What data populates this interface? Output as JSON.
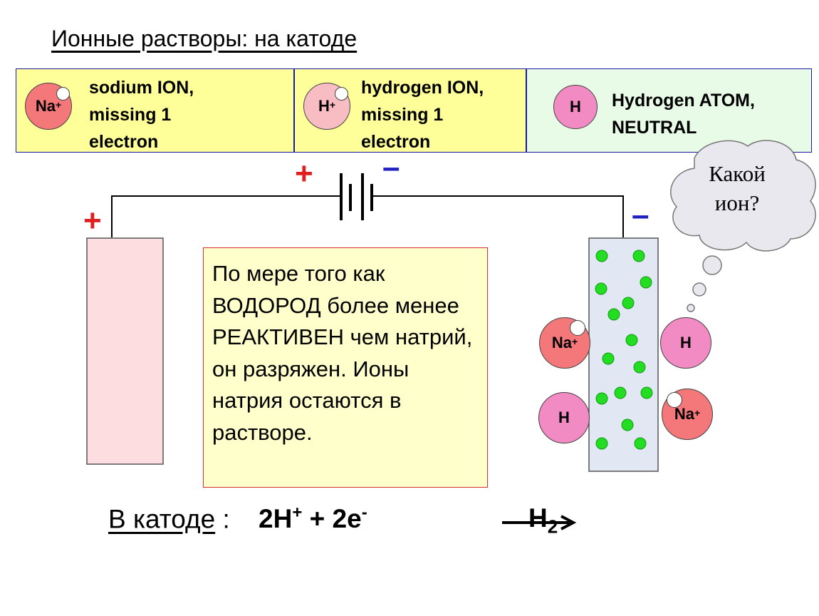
{
  "title": "Ионные растворы: на катоде",
  "legend": {
    "sodium_ion": {
      "symbol": "Na",
      "charge": "+",
      "text": "sodium ION,\nmissing 1\nelectron"
    },
    "hydrogen_ion": {
      "symbol": "H",
      "charge": "+",
      "text": "hydrogen ION,\nmissing 1\nelectron"
    },
    "hydrogen_atom": {
      "symbol": "H",
      "text": "Hydrogen ATOM,\nNEUTRAL"
    }
  },
  "battery": {
    "positive_sign": "+",
    "negative_sign": "–"
  },
  "anode": {
    "sign": "+"
  },
  "cathode": {
    "sign": "–"
  },
  "ions_at_cathode": {
    "na_1": {
      "symbol": "Na",
      "charge": "+"
    },
    "h_1": {
      "symbol": "H"
    },
    "h_2": {
      "symbol": "H"
    },
    "na_2": {
      "symbol": "Na",
      "charge": "+"
    }
  },
  "explanation": "По мере того как ВОДОРОД более менее РЕАКТИВЕН чем натрий, он разряжен. Ионы натрия остаются в растворе.",
  "thought_bubble": "Какой\nион?",
  "equation": {
    "label": "В катоде",
    "separator": " :",
    "reactants": "2H",
    "reactant_charge": "+",
    "plus": " + 2e",
    "electron_charge": "-",
    "product": "H",
    "product_subscript": "2"
  },
  "colors": {
    "legend_yellow": "#ffff99",
    "legend_green": "#e8fbe6",
    "sodium_ion": "#f4777a",
    "hydrogen_ion": "#f8bcc3",
    "hydrogen_atom": "#f28ac4",
    "anode_fill": "#fddde0",
    "cathode_fill": "#e2e8f3",
    "gas_bubble": "#22dd22",
    "positive": "#e02020",
    "negative": "#2020c0"
  }
}
